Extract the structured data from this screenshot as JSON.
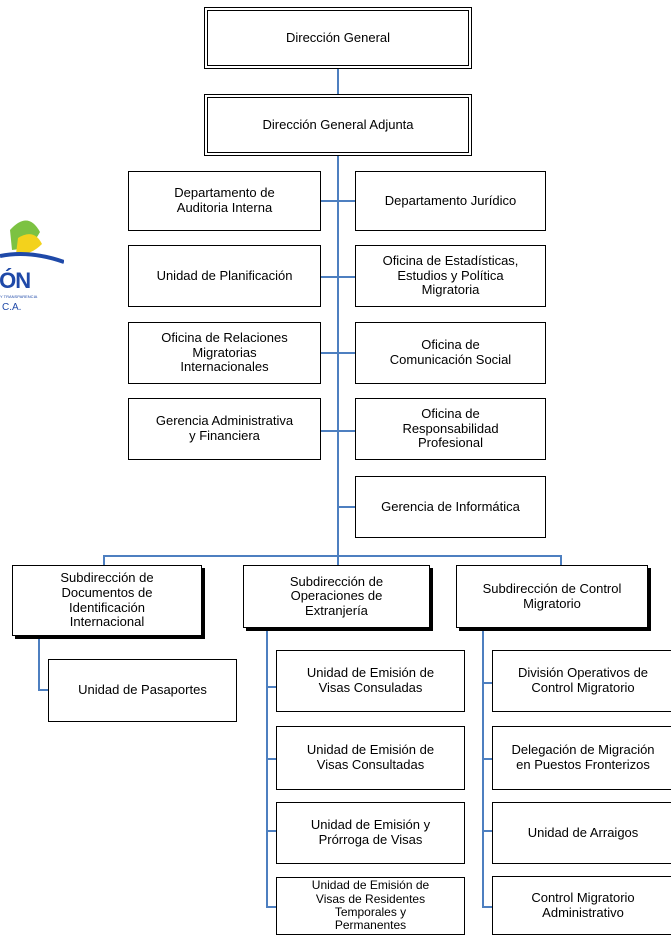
{
  "logo": {
    "text": "IÓN",
    "subtext": "Y TRANSPARENCIA",
    "ca": "C.A."
  },
  "colors": {
    "connector": "#4d7fc0",
    "logo_blue": "#1f49a8",
    "logo_green": "#7cc242",
    "logo_yellow": "#f3d21c"
  },
  "org": {
    "direccion_general": "Dirección General",
    "direccion_adjunta": "Dirección General Adjunta",
    "auditoria": "Departamento de\nAuditoria Interna",
    "juridico": "Departamento Jurídico",
    "planificacion": "Unidad de Planificación",
    "estadisticas": "Oficina de Estadísticas,\nEstudios y Política\nMigratoria",
    "relaciones": "Oficina de Relaciones\nMigratorias\nInternacionales",
    "comunicacion": "Oficina de\nComunicación Social",
    "administrativa": "Gerencia Administrativa\ny Financiera",
    "responsabilidad": "Oficina de\nResponsabilidad\nProfesional",
    "informatica": "Gerencia de Informática",
    "sub_documentos": "Subdirección de\nDocumentos de\nIdentificación\nInternacional",
    "sub_extranjeria": "Subdirección de\nOperaciones de\nExtranjería",
    "sub_control": "Subdirección de Control\nMigratorio",
    "pasaportes": "Unidad de Pasaportes",
    "visas_consuladas": "Unidad de Emisión de\nVisas Consuladas",
    "visas_consultadas": "Unidad de Emisión de\nVisas Consultadas",
    "prorroga": "Unidad de Emisión y\nPrórroga de Visas",
    "residentes": "Unidad de Emisión de\nVisas de Residentes\nTemporales y\nPermanentes",
    "operativos": "División Operativos de\nControl Migratorio",
    "delegacion": "Delegación de Migración\nen Puestos Fronterizos",
    "arraigos": "Unidad de Arraigos",
    "control_admin": "Control Migratorio\nAdministrativo"
  }
}
